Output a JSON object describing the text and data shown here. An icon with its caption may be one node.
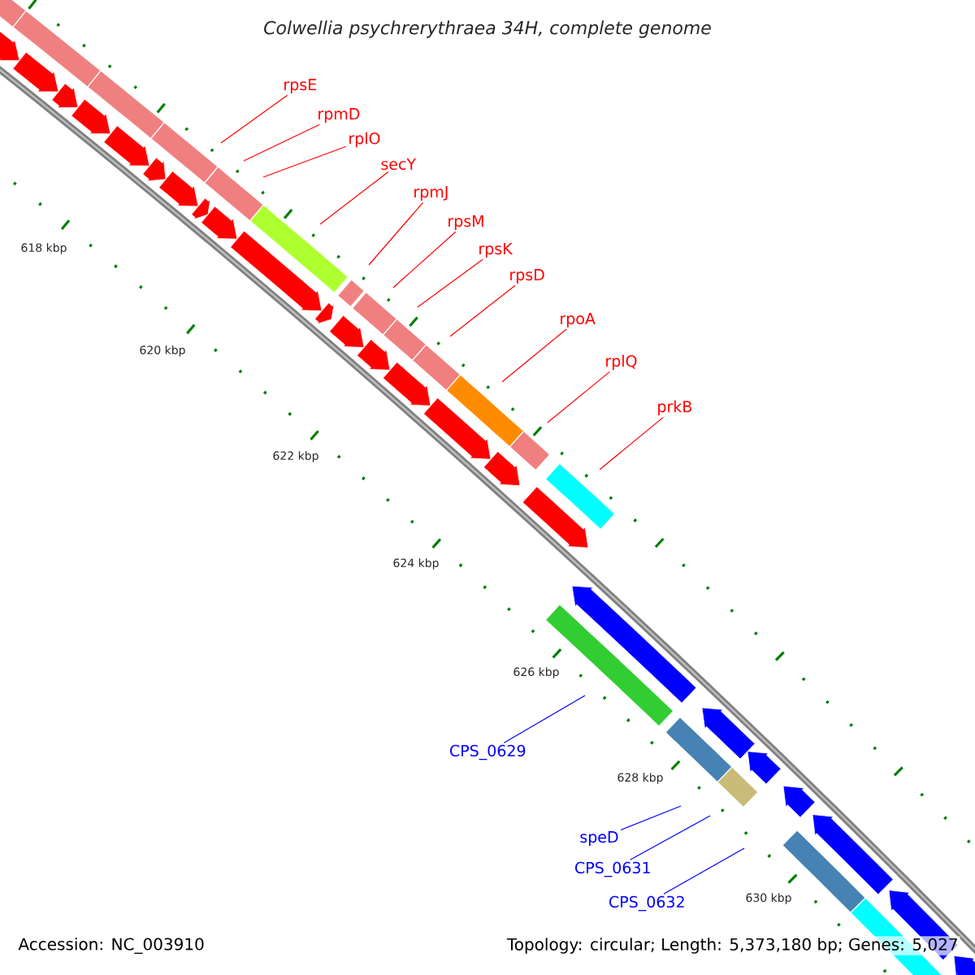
{
  "diagram": {
    "title": "Colwellia psychrerythraea 34H, complete genome",
    "nodes": [
      {
        "text": [
          "rpsE"
        ]
      },
      {
        "text": [
          "rpmD"
        ]
      },
      {
        "text": [
          "rplO"
        ]
      },
      {
        "text": [
          "secY"
        ]
      },
      {
        "text": [
          "rpmJ"
        ]
      },
      {
        "text": [
          "rpsM"
        ]
      },
      {
        "text": [
          "rpsK"
        ]
      },
      {
        "text": [
          "rpsD"
        ]
      },
      {
        "text": [
          "rpoA"
        ]
      },
      {
        "text": [
          "rplQ"
        ]
      },
      {
        "text": [
          "prkB"
        ]
      },
      {
        "text": [
          "CPS_0629"
        ]
      },
      {
        "text": [
          "speD"
        ]
      },
      {
        "text": [
          "CPS_0631"
        ]
      },
      {
        "text": [
          "CPS_0632"
        ]
      }
    ],
    "edges": [
      {
        "from": 0,
        "to": null,
        "arrow": "none"
      },
      {
        "from": 1,
        "to": null,
        "arrow": "none"
      },
      {
        "from": 2,
        "to": null,
        "arrow": "none"
      },
      {
        "from": 3,
        "to": null,
        "arrow": "none"
      },
      {
        "from": 4,
        "to": null,
        "arrow": "none"
      },
      {
        "from": 5,
        "to": null,
        "arrow": "none"
      },
      {
        "from": 6,
        "to": null,
        "arrow": "none"
      },
      {
        "from": 7,
        "to": null,
        "arrow": "none"
      },
      {
        "from": 8,
        "to": null,
        "arrow": "none"
      },
      {
        "from": 9,
        "to": null,
        "arrow": "none"
      },
      {
        "from": 10,
        "to": null,
        "arrow": "none"
      },
      {
        "from": 11,
        "to": null,
        "arrow": "none",
        "color": "#0000ff"
      },
      {
        "from": 12,
        "to": null,
        "arrow": "none",
        "color": "#0000ff"
      },
      {
        "from": 13,
        "to": null,
        "arrow": "none",
        "color": "#0000ff"
      },
      {
        "from": 14,
        "to": null,
        "arrow": "none",
        "color": "#0000ff"
      }
    ],
    "labels": [
      "618 kbp",
      "620 kbp",
      "622 kbp",
      "624 kbp",
      "626 kbp",
      "628 kbp",
      "630 kbp",
      "Accession: NC_003910",
      "Topology: circular; Length: 5,373,180 bp; Genes: 5,027"
    ]
  }
}
